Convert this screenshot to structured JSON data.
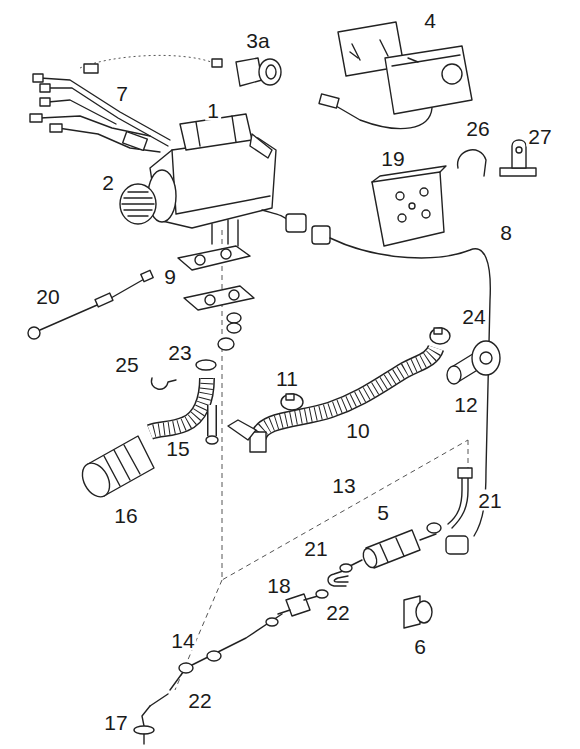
{
  "diagram": {
    "labels": [
      "1",
      "2",
      "3a",
      "4",
      "5",
      "6",
      "7",
      "8",
      "9",
      "10",
      "11",
      "12",
      "13",
      "14",
      "15",
      "16",
      "17",
      "18",
      "19",
      "20",
      "21",
      "21",
      "22",
      "22",
      "23",
      "24",
      "25",
      "26",
      "27"
    ]
  }
}
